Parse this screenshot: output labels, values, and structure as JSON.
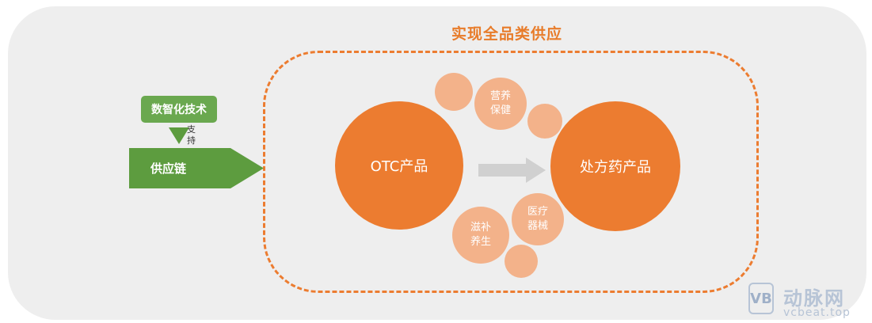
{
  "title": "实现全品类供应",
  "left": {
    "tech_label": "数智化技术",
    "support_label": "支持",
    "chain_label": "供应链"
  },
  "nodes": {
    "otc": "OTC产品",
    "rx": "处方药产品",
    "nutrition": "营养\n保健",
    "tonic": "滋补\n养生",
    "device": "医疗\n器械"
  },
  "watermark": {
    "logo_text": "VB",
    "name": "动脉网",
    "url": "vcbeat.top"
  },
  "colors": {
    "orange": "#ec7c30",
    "light_orange": "#f3b28a",
    "green": "#6aa84f",
    "background": "#eeeeee"
  }
}
